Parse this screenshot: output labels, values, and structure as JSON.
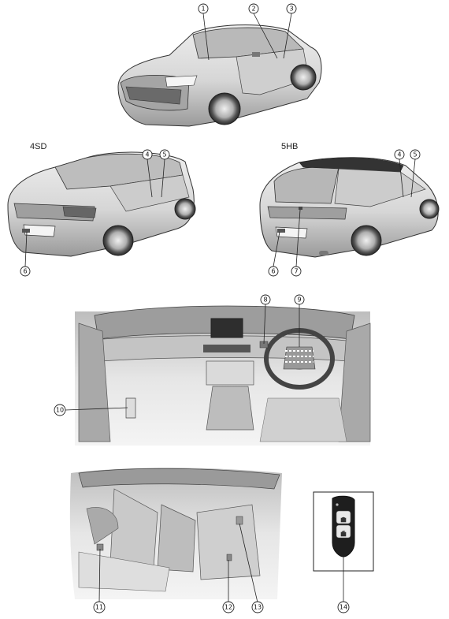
{
  "variant_labels": {
    "sedan": "4SD",
    "hatchback": "5HB"
  },
  "callouts": [
    "1",
    "2",
    "3",
    "4",
    "5",
    "4",
    "5",
    "6",
    "6",
    "7",
    "8",
    "9",
    "10",
    "11",
    "12",
    "13",
    "14"
  ],
  "colors": {
    "line": "#222222",
    "panel": "#e3e3e3",
    "shade": "#c8c8c8",
    "dark": "#8a8a8a",
    "glass": "#b9b9b9",
    "accent": "#5a5a5a"
  }
}
